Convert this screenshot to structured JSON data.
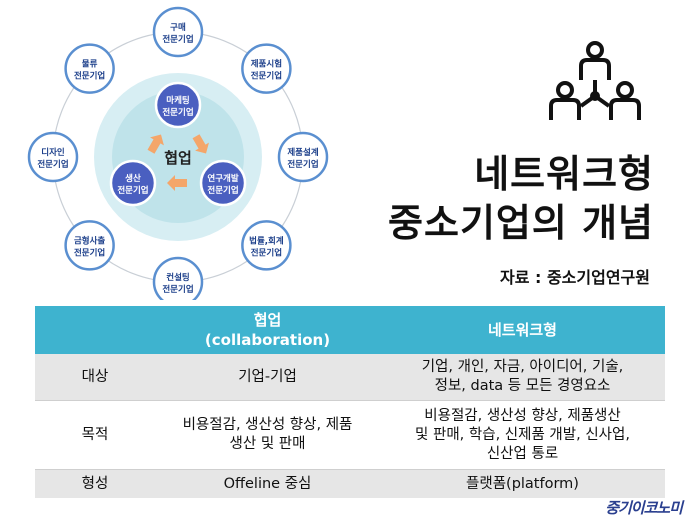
{
  "diagram": {
    "center_label": "협업",
    "outer_nodes": [
      {
        "line1": "구매",
        "line2": "전문기업"
      },
      {
        "line1": "제품시험",
        "line2": "전문기업"
      },
      {
        "line1": "제품설계",
        "line2": "전문기업"
      },
      {
        "line1": "법률,회계",
        "line2": "전문기업"
      },
      {
        "line1": "컨설팅",
        "line2": "전문기업"
      },
      {
        "line1": "금형사출",
        "line2": "전문기업"
      },
      {
        "line1": "디자인",
        "line2": "전문기업"
      },
      {
        "line1": "물류",
        "line2": "전문기업"
      }
    ],
    "inner_nodes": [
      {
        "line1": "마케팅",
        "line2": "전문기업"
      },
      {
        "line1": "연구개발",
        "line2": "전문기업"
      },
      {
        "line1": "생산",
        "line2": "전문기업"
      }
    ]
  },
  "title": {
    "line1": "네트워크형",
    "line2": "중소기업의 개념"
  },
  "source": "자료 : 중소기업연구원",
  "table": {
    "headers": [
      {
        "line1": "",
        "line2": ""
      },
      {
        "line1": "협업",
        "line2": "(collaboration)"
      },
      {
        "line1": "네트워크형",
        "line2": ""
      }
    ],
    "rows": [
      {
        "label": "대상",
        "collab": [
          "기업-기업"
        ],
        "network": [
          "기업, 개인, 자금, 아이디어, 기술,",
          "정보, data 등 모든 경영요소"
        ]
      },
      {
        "label": "목적",
        "collab": [
          "비용절감, 생산성 향상, 제품",
          "생산 및 판매"
        ],
        "network": [
          "비용절감, 생산성 향상, 제품생산",
          "및 판매, 학습, 신제품 개발, 신사업,",
          "신산업 통로"
        ]
      },
      {
        "label": "형성",
        "collab": [
          "Offeline 중심"
        ],
        "network": [
          "플랫폼(platform)"
        ]
      }
    ]
  },
  "watermark": "중기이코노미",
  "colors": {
    "header": "#3eb3cf",
    "node_border": "#5a8fd0",
    "inner_node": "#4a5fc0",
    "arrow": "#f4a66a",
    "ring": "#bfe3ea"
  }
}
